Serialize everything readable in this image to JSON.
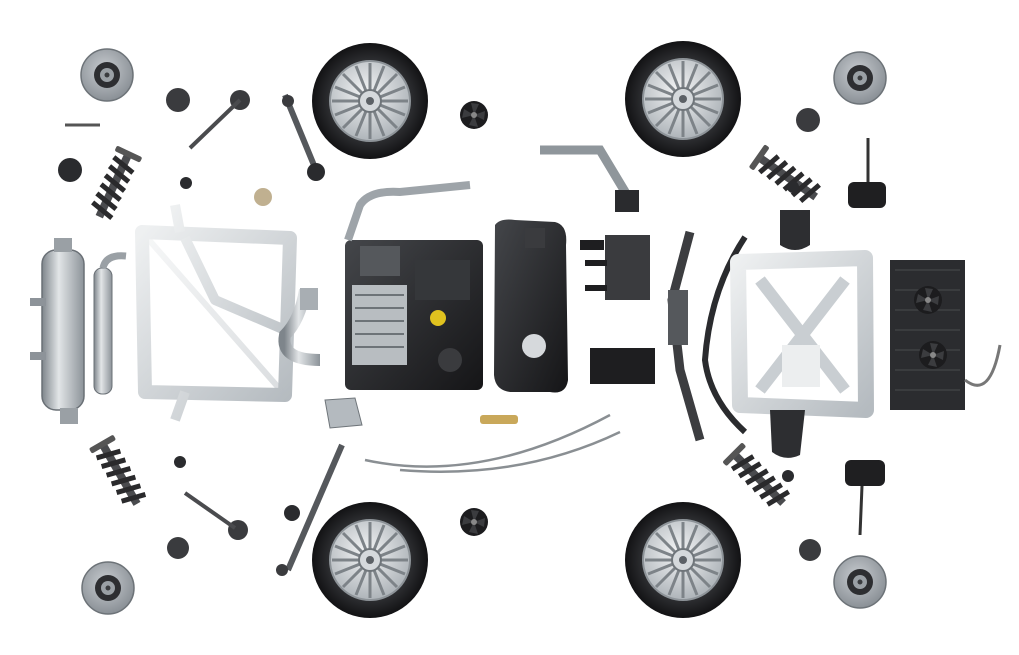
{
  "scene": {
    "background": "#ffffff",
    "palette": {
      "metal_light": "#d9dde0",
      "metal_mid": "#a9b0b6",
      "metal_dark": "#6c737a",
      "rubber": "#1e1e20",
      "black_part": "#2a2b2e",
      "spring": "#3a3a3c",
      "brass": "#c9a85a",
      "rim": "#e6e8ea"
    },
    "components": {
      "wheels": [
        "front-left-wheel",
        "front-right-wheel",
        "rear-left-wheel",
        "rear-right-wheel"
      ],
      "brake_discs": [
        "disc-top-left",
        "disc-top-right",
        "disc-bottom-left",
        "disc-bottom-right"
      ],
      "suspension": [
        "strut-front-left",
        "strut-front-right",
        "strut-rear-left",
        "strut-rear-right"
      ],
      "drivetrain": [
        "engine-block",
        "fuel-tank",
        "radiator-fan-assembly",
        "exhaust-muffler",
        "front-subframe",
        "rear-subframe",
        "steering-rack",
        "anti-roll-bar",
        "driveshaft-top",
        "driveshaft-bottom",
        "control-cables"
      ]
    }
  }
}
